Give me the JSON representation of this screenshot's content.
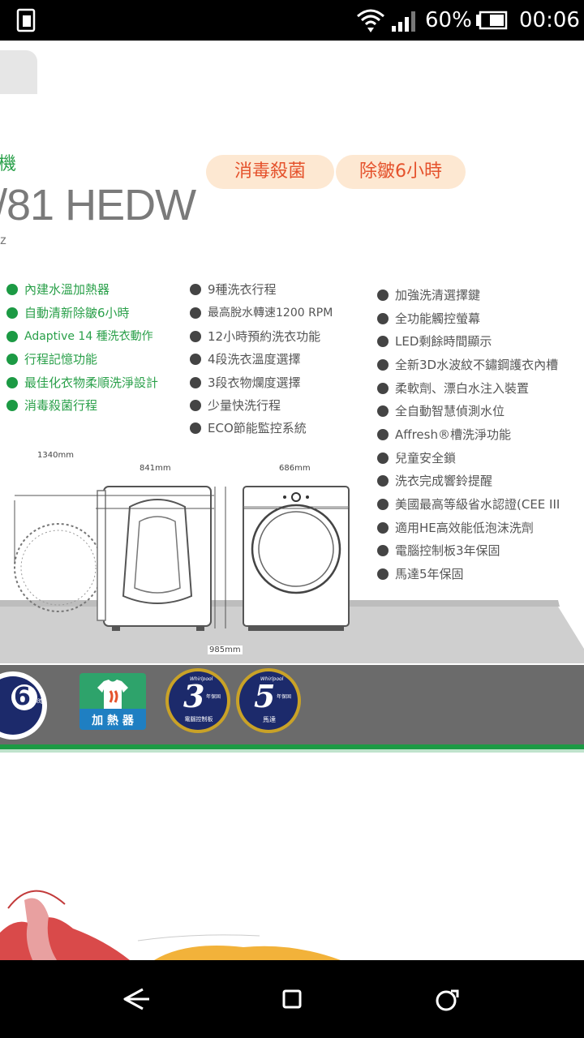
{
  "status_bar": {
    "battery": "60%",
    "time": "00:06",
    "icons": [
      "screen-rotate-icon",
      "wifi-icon",
      "cell-signal-icon",
      "battery-icon"
    ]
  },
  "ad": {
    "title_fragment_top": "機",
    "model_fragment": "/81 HEDW",
    "subtitle_fragment": "z",
    "badges_top": [
      "消毒殺菌",
      "除皺6小時"
    ],
    "features_col1": [
      "內建水溫加熱器",
      "自動清新除皺6小時",
      "Adaptive 14 種洗衣動作",
      "行程記憶功能",
      "最佳化衣物柔順洗淨設計",
      "消毒殺菌行程"
    ],
    "features_col2": [
      "9種洗衣行程",
      "最高脫水轉速1200 RPM",
      "12小時預約洗衣功能",
      "4段洗衣溫度選擇",
      "3段衣物爛度選擇",
      "少量快洗行程",
      "ECO節能監控系統"
    ],
    "features_col3": [
      "加強洗清選擇鍵",
      "全功能觸控螢幕",
      "LED剩餘時間顯示",
      "全新3D水波紋不鏽鋼護衣內槽",
      "柔軟劑、漂白水注入裝置",
      "全自動智慧偵測水位",
      "Affresh®槽洗淨功能",
      "兒童安全鎖",
      "洗衣完成響鈴提醒",
      "美國最高等級省水認證(CEE III",
      "適用HE高效能低泡沫洗劑",
      "電腦控制板3年保固",
      "馬達5年保固"
    ],
    "dimensions": [
      "1340mm",
      "841mm",
      "686mm",
      "985mm"
    ],
    "bottom_badges": {
      "hours_number": "6",
      "hours_unit": "小時",
      "heater_label": "加 熱 器",
      "warranty3_number": "3",
      "warranty3_small": "年保固",
      "warranty3_label": "電腦控制板",
      "warranty5_number": "5",
      "warranty5_small": "年保固",
      "warranty5_label": "馬達",
      "brand": "Whirlpool"
    },
    "colors": {
      "green": "#1c9a44",
      "orange": "#e5522c",
      "pill_bg": "#fde8d2",
      "gray_band": "#6b6b6b",
      "navy": "#1c2a6b",
      "gold": "#c9a227"
    }
  },
  "nav_bar": {
    "buttons": [
      "back-button",
      "home-button",
      "recents-button"
    ]
  }
}
